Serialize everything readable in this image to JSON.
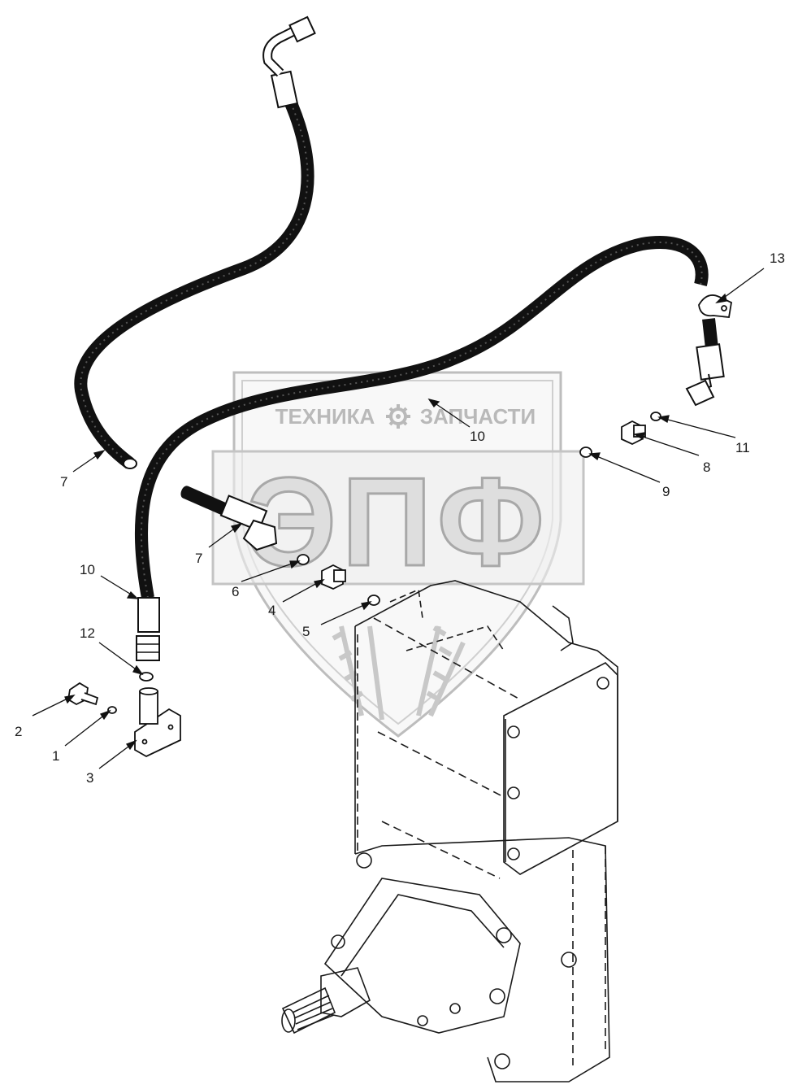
{
  "watermark": {
    "left_word": "ТЕХНИКА",
    "right_word": "ЗАПЧАСТИ",
    "logo": "ЭПФ",
    "gear_icon": "gear-icon"
  },
  "callouts": [
    {
      "id": "c13",
      "label": "13"
    },
    {
      "id": "c10a",
      "label": "10"
    },
    {
      "id": "c11",
      "label": "11"
    },
    {
      "id": "c8",
      "label": "8"
    },
    {
      "id": "c9",
      "label": "9"
    },
    {
      "id": "c7a",
      "label": "7"
    },
    {
      "id": "c7b",
      "label": "7"
    },
    {
      "id": "c6",
      "label": "6"
    },
    {
      "id": "c4",
      "label": "4"
    },
    {
      "id": "c5",
      "label": "5"
    },
    {
      "id": "c10b",
      "label": "10"
    },
    {
      "id": "c12",
      "label": "12"
    },
    {
      "id": "c2",
      "label": "2"
    },
    {
      "id": "c1",
      "label": "1"
    },
    {
      "id": "c3",
      "label": "3"
    }
  ],
  "colors": {
    "line": "#1a1a1a",
    "hose": "#111111",
    "watermark_fill": "#dedede",
    "watermark_stroke": "#a8a8a8"
  }
}
